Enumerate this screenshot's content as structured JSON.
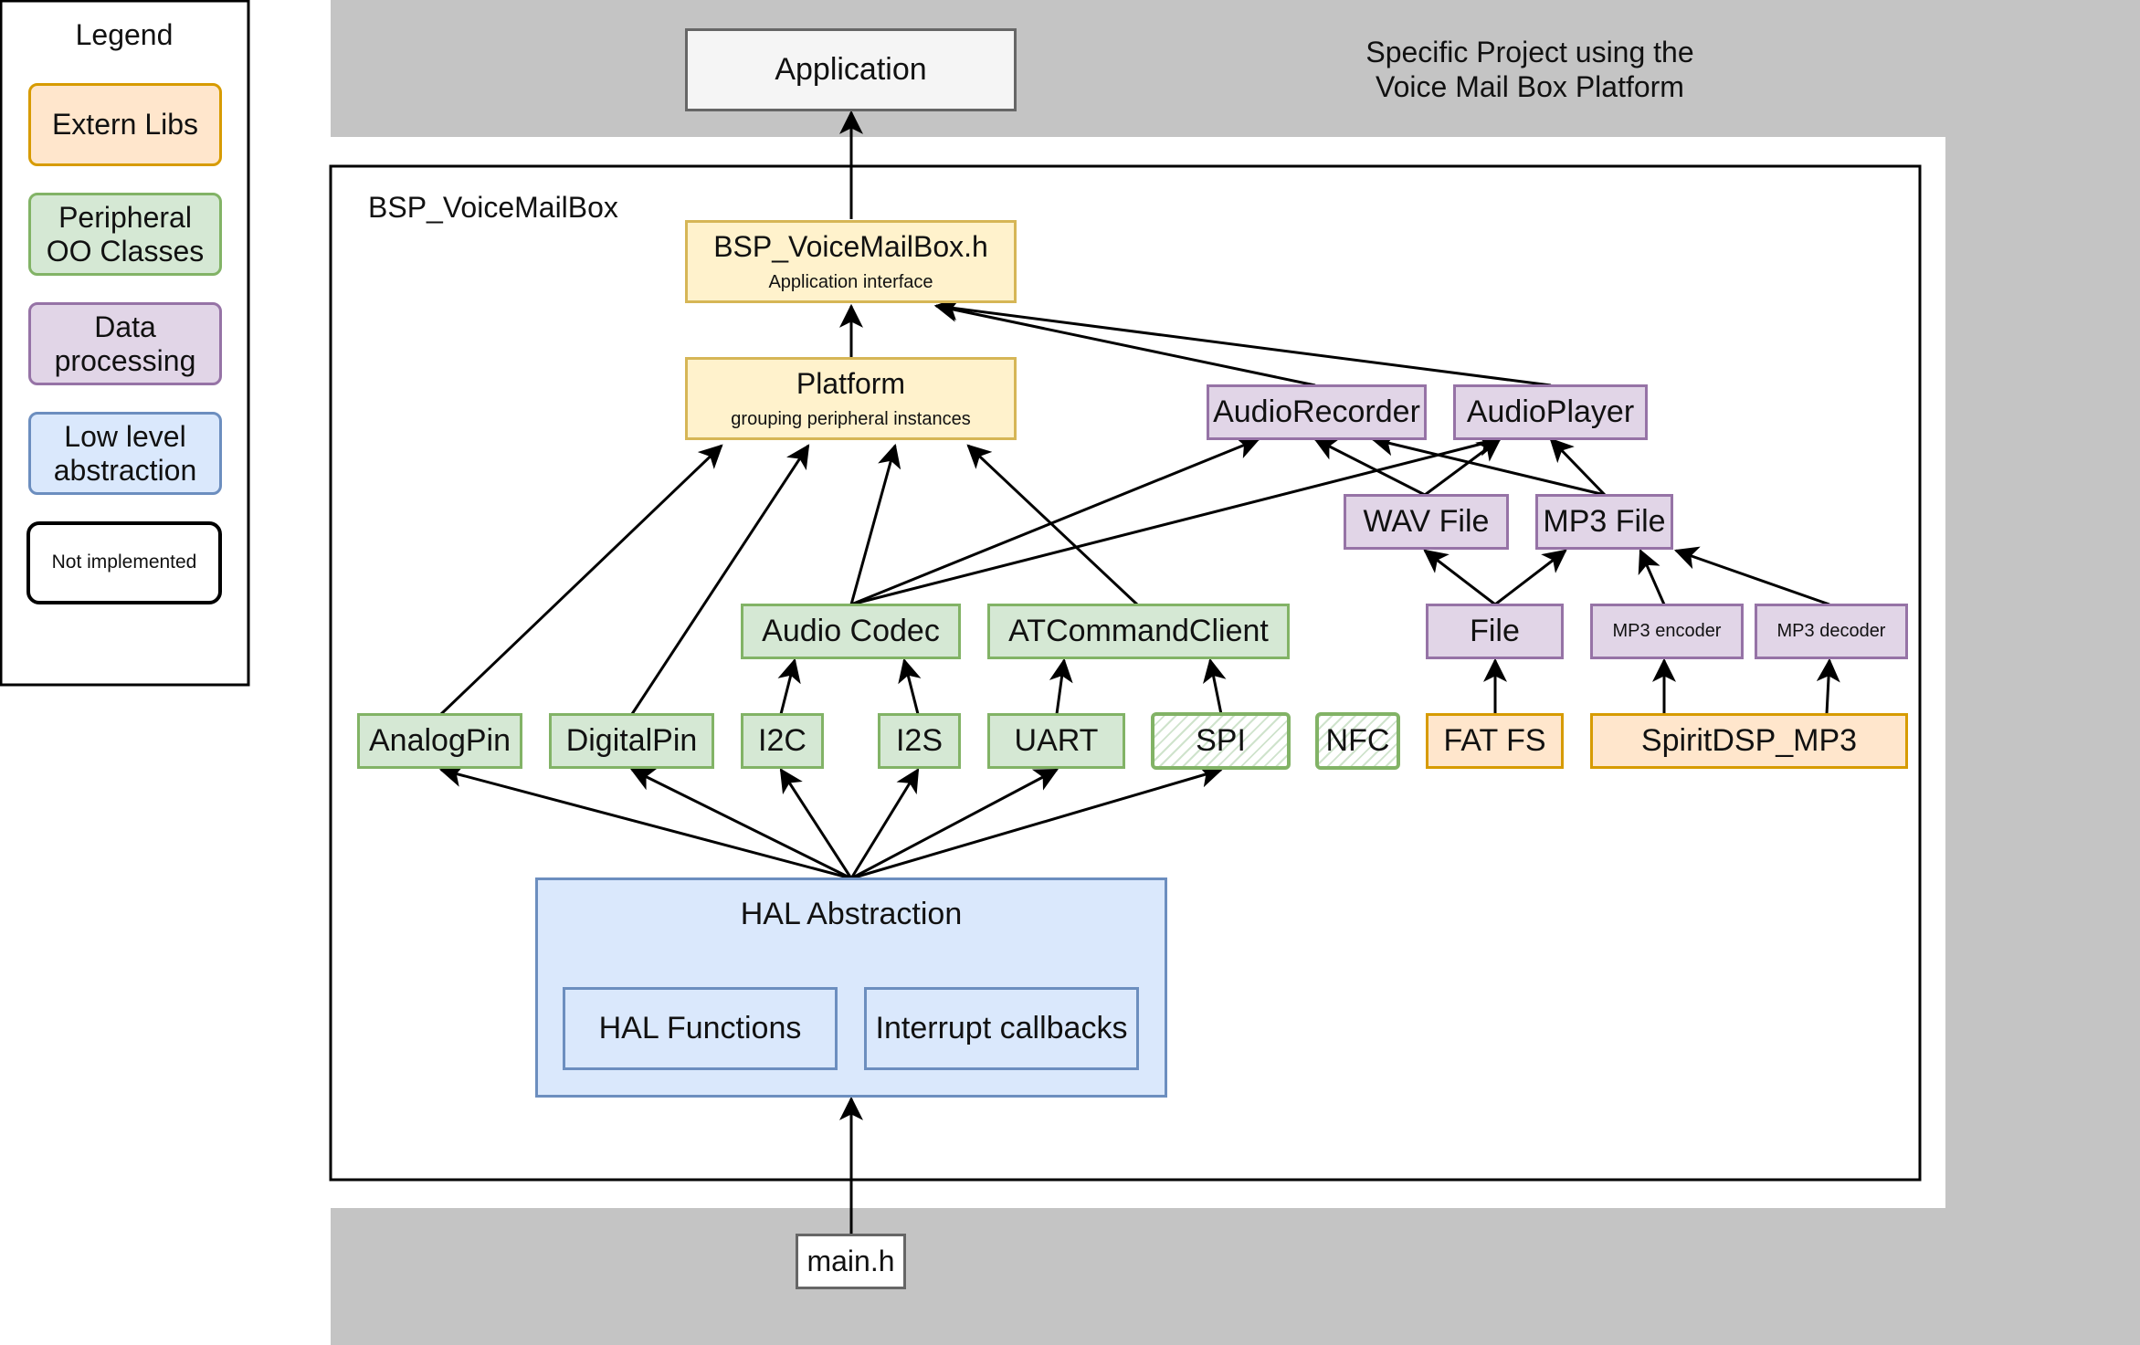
{
  "legend": {
    "title": "Legend",
    "items": [
      "Extern Libs",
      "Peripheral\nOO Classes",
      "Data\nprocessing",
      "Low level\nabstraction",
      "Not implemented"
    ]
  },
  "project": {
    "caption": "Specific Project using the\nVoice Mail Box Platform"
  },
  "bsp": {
    "title": "BSP_VoiceMailBox"
  },
  "nodes": {
    "application": "Application",
    "bsp_header": {
      "title": "BSP_VoiceMailBox.h",
      "subtitle": "Application interface"
    },
    "platform": {
      "title": "Platform",
      "subtitle": "grouping peripheral instances"
    },
    "audio_recorder": "AudioRecorder",
    "audio_player": "AudioPlayer",
    "wav_file": "WAV File",
    "mp3_file": "MP3 File",
    "audio_codec": "Audio Codec",
    "at_command_client": "ATCommandClient",
    "file": "File",
    "mp3_encoder": "MP3 encoder",
    "mp3_decoder": "MP3 decoder",
    "analog_pin": "AnalogPin",
    "digital_pin": "DigitalPin",
    "i2c": "I2C",
    "i2s": "I2S",
    "uart": "UART",
    "spi": "SPI",
    "nfc": "NFC",
    "fat_fs": "FAT FS",
    "spirit_dsp": "SpiritDSP_MP3",
    "hal_abstraction": "HAL Abstraction",
    "hal_functions": "HAL Functions",
    "interrupt_callbacks": "Interrupt callbacks",
    "main_h": "main.h"
  },
  "colors": {
    "extern_libs": "#ffe6cc",
    "peripheral": "#d5e8d4",
    "data_processing": "#e1d5e7",
    "low_level": "#dae8fc",
    "interface": "#fff2cc",
    "project_band": "#c4c4c4"
  }
}
